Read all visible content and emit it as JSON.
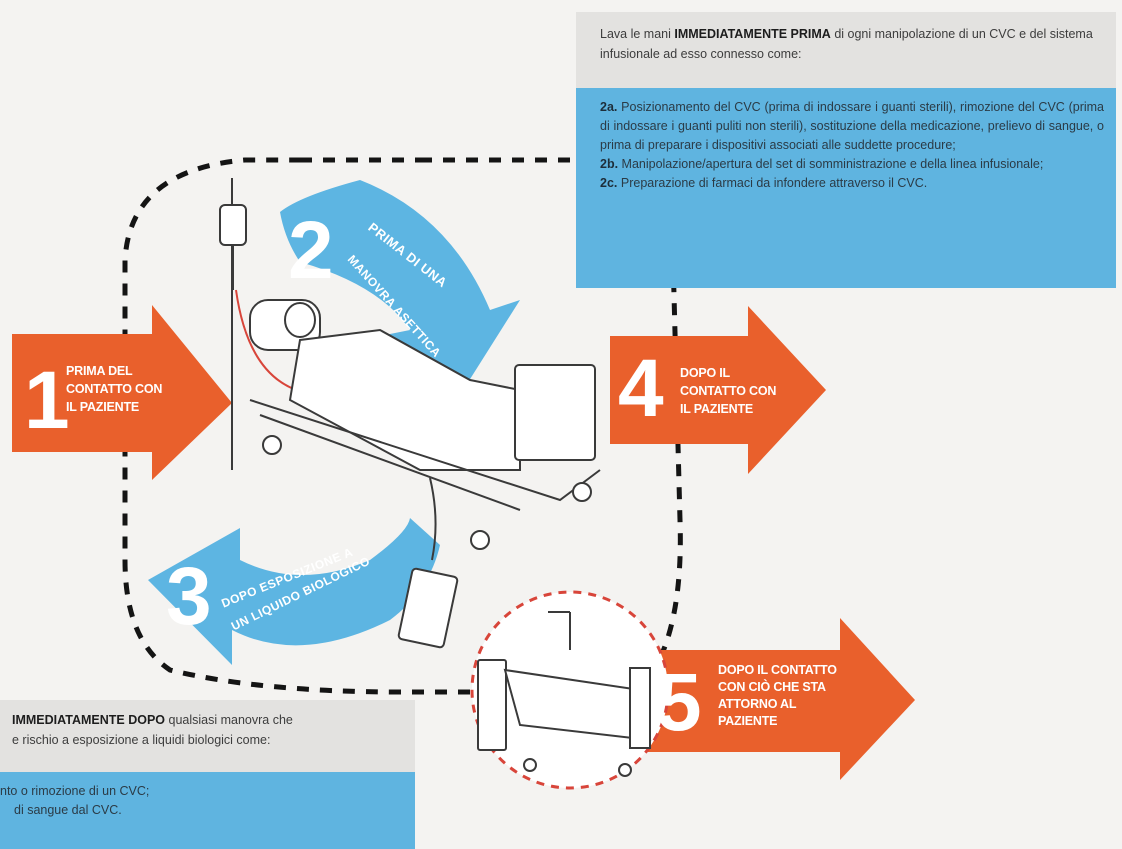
{
  "colors": {
    "arrow_orange": "#e9602c",
    "arrow_blue": "#5db5e2",
    "box_blue": "#5fb4e0",
    "box_grey": "#e3e2e0",
    "dash_black": "#141414",
    "dash_red": "#d8453a",
    "background": "#f4f3f1"
  },
  "moments": {
    "m1": {
      "number": "1",
      "lines": [
        "PRIMA DEL",
        "CONTATTO CON",
        "IL PAZIENTE"
      ]
    },
    "m2": {
      "number": "2",
      "line1": "PRIMA DI UNA",
      "line2": "MANOVRA ASETTICA"
    },
    "m3": {
      "number": "3",
      "line1": "DOPO ESPOSIZIONE A",
      "line2": "UN LIQUIDO BIOLOGICO"
    },
    "m4": {
      "number": "4",
      "lines": [
        "DOPO IL",
        "CONTATTO CON",
        "IL PAZIENTE"
      ]
    },
    "m5": {
      "number": "5",
      "lines": [
        "DOPO IL CONTATTO",
        "CON CIÒ CHE STA",
        "ATTORNO AL",
        "PAZIENTE"
      ]
    }
  },
  "box_before": {
    "head_pre": "Lava le mani ",
    "head_bold": "IMMEDIATAMENTE PRIMA",
    "head_post": " di ogni manipolazione di un CVC e del sistema infusionale ad esso connesso come:",
    "item_2a_tag": "2a.",
    "item_2a": " Posizionamento del CVC (prima di indossare i guanti sterili), rimozione del CVC (prima di indossare i guanti puliti non sterili), sostituzione della medicazione, prelievo di sangue, o prima di preparare i dispositivi associati alle suddette procedure;",
    "item_2b_tag": "2b.",
    "item_2b": " Manipolazione/apertura del set di somministrazione e della linea infusionale;",
    "item_2c_tag": "2c.",
    "item_2c": " Preparazione di farmaci da infondere attraverso il CVC."
  },
  "box_after": {
    "head_bold": "IMMEDIATAMENTE DOPO",
    "head_post": " qualsiasi manovra che",
    "head_line2": "e rischio a esposizione a liquidi biologici come:",
    "item_1": "nto o rimozione di un CVC;",
    "item_2": "di sangue dal CVC."
  }
}
